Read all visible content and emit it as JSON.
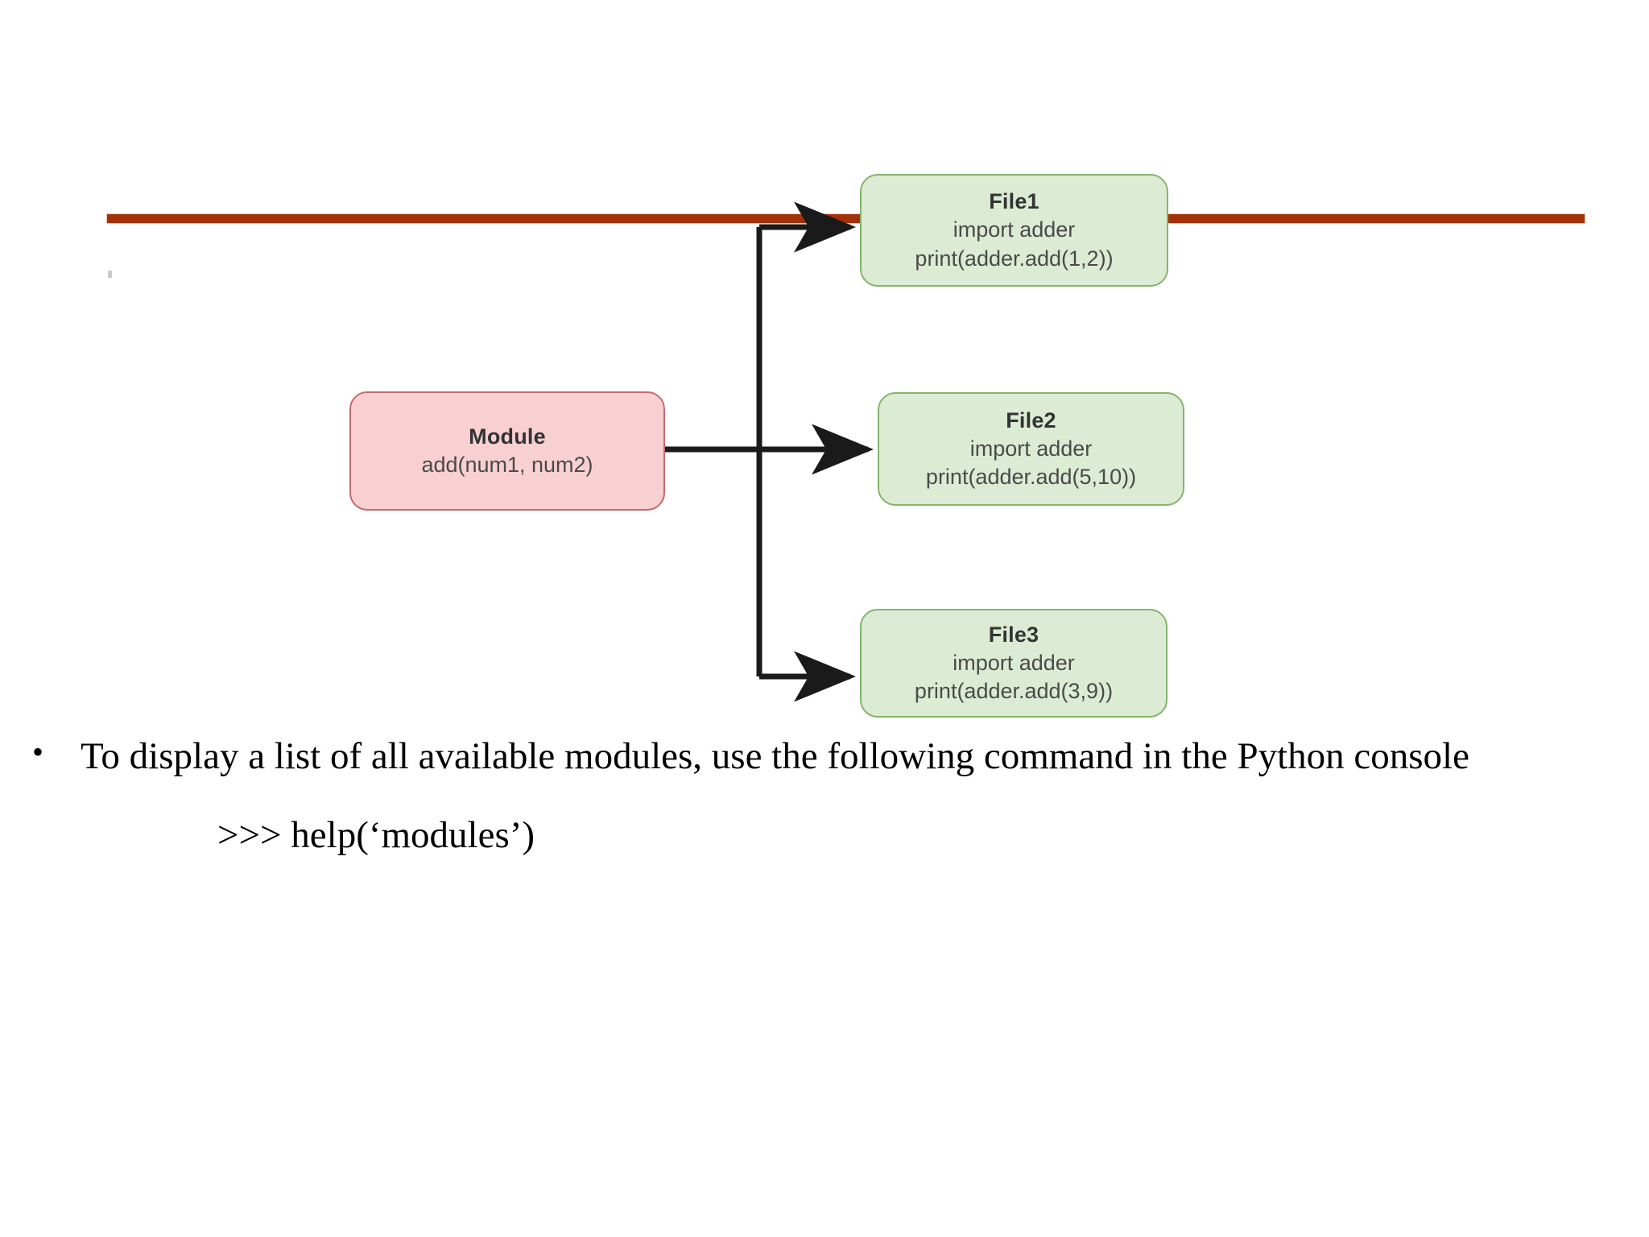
{
  "slide": {
    "background_color": "#FFFFFF",
    "accent_rule_color": "#A23108"
  },
  "diagram": {
    "type": "flow",
    "module_node": {
      "id": "module",
      "title": "Module",
      "line2": "add(num1, num2)",
      "fill_color": "#F9D0D2",
      "border_color": "#C36A70"
    },
    "file_nodes": [
      {
        "id": "file1",
        "title": "File1",
        "line2": "import adder",
        "line3": "print(adder.add(1,2))",
        "fill_color": "#DCEBD4",
        "border_color": "#85B46C"
      },
      {
        "id": "file2",
        "title": "File2",
        "line2": "import adder",
        "line3": "print(adder.add(5,10))",
        "fill_color": "#DCEBD4",
        "border_color": "#85B46C"
      },
      {
        "id": "file3",
        "title": "File3",
        "line2": "import adder",
        "line3": "print(adder.add(3,9))",
        "fill_color": "#DCEBD4",
        "border_color": "#85B46C"
      }
    ],
    "connector_color": "#1A1A1A",
    "edges": [
      {
        "from": "module",
        "to": "file1"
      },
      {
        "from": "module",
        "to": "file2"
      },
      {
        "from": "module",
        "to": "file3"
      }
    ]
  },
  "content": {
    "bullet_marker": "•",
    "bullet_text": "To display a list of all available modules, use the following command in the Python console",
    "code_line": ">>> help(‘modules’)"
  }
}
